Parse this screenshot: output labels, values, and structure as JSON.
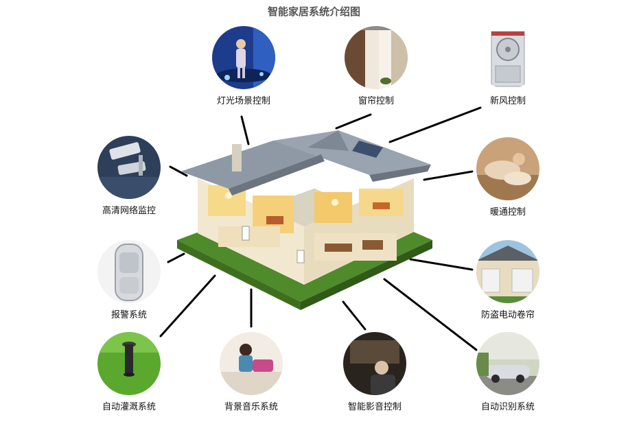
{
  "title": "智能家居系统介绍图",
  "nodes": {
    "lighting": {
      "label": "灯光场景控制",
      "icon": "lighting-scene-icon"
    },
    "curtain": {
      "label": "窗帘控制",
      "icon": "curtain-icon"
    },
    "fresh_air": {
      "label": "新风控制",
      "icon": "fresh-air-unit-icon"
    },
    "cctv": {
      "label": "高清网络监控",
      "icon": "security-camera-icon"
    },
    "hvac": {
      "label": "暖通控制",
      "icon": "heating-icon"
    },
    "alarm": {
      "label": "报警系统",
      "icon": "motion-sensor-icon"
    },
    "shutter": {
      "label": "防盗电动卷帘",
      "icon": "roller-shutter-icon"
    },
    "irrigation": {
      "label": "自动灌溉系统",
      "icon": "lawn-sprinkler-icon"
    },
    "music": {
      "label": "背景音乐系统",
      "icon": "background-music-icon"
    },
    "cinema": {
      "label": "智能影音控制",
      "icon": "home-theater-icon"
    },
    "plate": {
      "label": "自动识别系统",
      "icon": "vehicle-recognition-icon"
    }
  }
}
